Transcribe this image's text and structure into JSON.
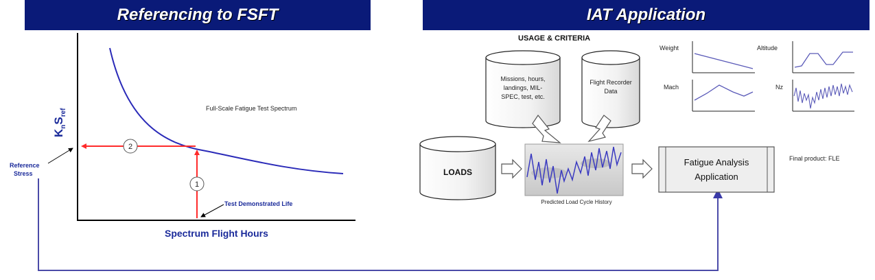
{
  "left_panel": {
    "title": "Referencing to FSFT",
    "y_axis_label": "KnSref",
    "y_axis_main": "K",
    "y_axis_sub1": "n",
    "y_axis_mid": "S",
    "y_axis_sub2": "ref",
    "x_axis_label": "Spectrum Flight Hours",
    "curve_label": "Full-Scale Fatigue Test Spectrum",
    "reference_stress_line1": "Reference",
    "reference_stress_line2": "Stress",
    "test_life_label": "Test Demonstrated Life",
    "step1": "1",
    "step2": "2"
  },
  "right_panel": {
    "title": "IAT Application",
    "usage_title": "USAGE & CRITERIA",
    "db_missions_lines": [
      "Missions, hours,",
      "landings, MIL-",
      "SPEC, test, etc."
    ],
    "db_recorder_lines": [
      "Flight Recorder",
      "Data"
    ],
    "db_loads": "LOADS",
    "predicted_label": "Predicted Load Cycle History",
    "fatigue_line1": "Fatigue Analysis",
    "fatigue_line2": "Application",
    "final_product": "Final product: FLE",
    "mini_charts": [
      {
        "label": "Weight"
      },
      {
        "label": "Altitude"
      },
      {
        "label": "Mach"
      },
      {
        "label": "Nz"
      }
    ]
  },
  "colors": {
    "header_bg": "#0a1a78",
    "curve": "#2a2ab8",
    "arrow_red": "#ff2a2a",
    "feedback_line": "#4a4aa8",
    "label_blue": "#1a2a9a"
  }
}
